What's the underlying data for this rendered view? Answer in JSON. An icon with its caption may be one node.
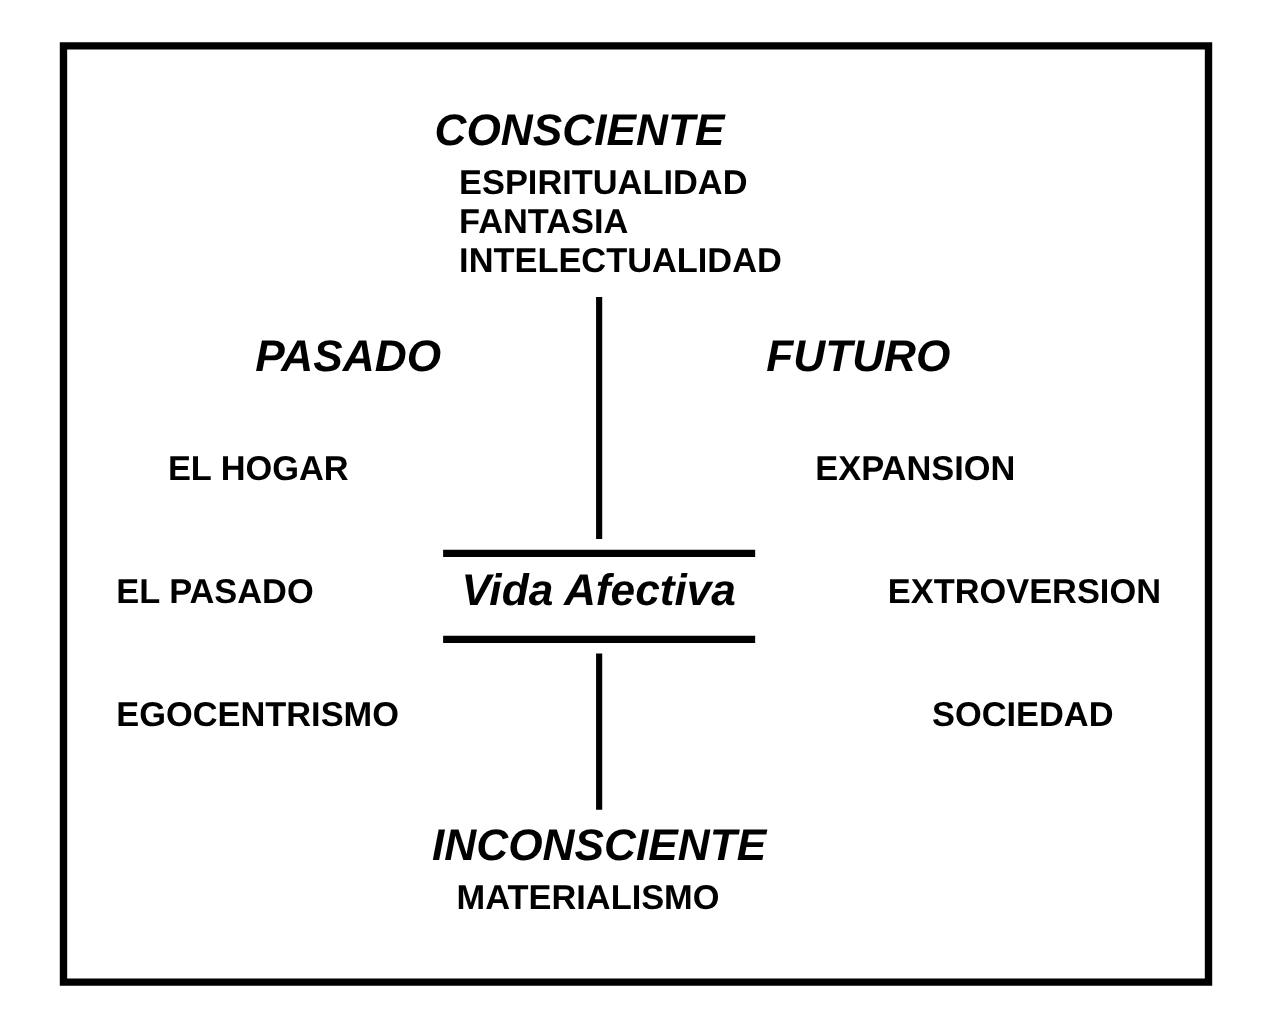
{
  "diagram": {
    "nodes": [
      {
        "text": [],
        "shape": "box"
      },
      {
        "text": [
          "CONSCIENTE",
          "ESPIRITUALIDAD",
          "FANTASIA",
          "INTELECTUALIDAD"
        ],
        "in": 0
      },
      {
        "text": [
          "Vida Afectiva"
        ],
        "in": 0
      },
      {
        "text": [
          "INCONSCIENTE",
          "MATERIALISMO"
        ],
        "in": 0
      }
    ],
    "edges": [
      {
        "from": 1,
        "to": 2,
        "arrow": "none"
      },
      {
        "from": 2,
        "to": 3,
        "arrow": "none"
      }
    ],
    "labels": [
      "PASADO",
      "EL HOGAR",
      "EL PASADO",
      "EGOCENTRISMO",
      "FUTURO",
      "EXPANSION",
      "EXTROVERSION",
      "SOCIEDAD"
    ]
  }
}
